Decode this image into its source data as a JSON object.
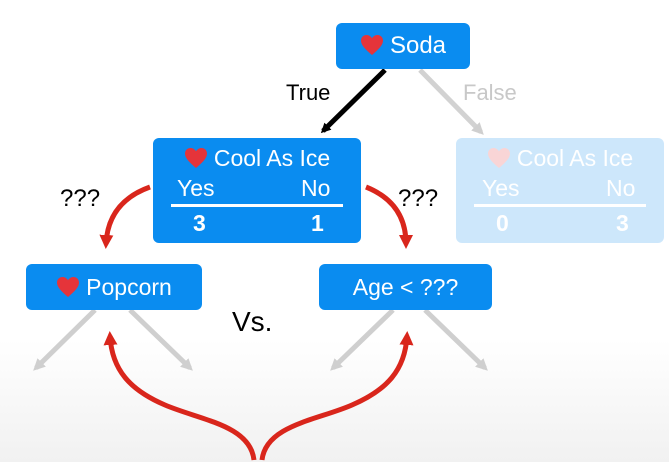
{
  "colors": {
    "node": "#0a8cf0",
    "heart": "#e5343a",
    "arrow_red": "#d9261c",
    "arrow_gray": "#cfcfcf",
    "arrow_black": "#000000"
  },
  "icons": {
    "heart": "heart-icon"
  },
  "nodes": {
    "root": {
      "label": "Soda"
    },
    "left": {
      "label": "Cool As Ice",
      "yes_header": "Yes",
      "no_header": "No",
      "yes_value": "3",
      "no_value": "1"
    },
    "right": {
      "label": "Cool As Ice",
      "yes_header": "Yes",
      "no_header": "No",
      "yes_value": "0",
      "no_value": "3"
    },
    "popcorn": {
      "label": "Popcorn"
    },
    "age": {
      "label": "Age < ???"
    }
  },
  "edges": {
    "true_label": "True",
    "false_label": "False"
  },
  "unknown_left": "???",
  "unknown_right": "???",
  "vs_label": "Vs."
}
